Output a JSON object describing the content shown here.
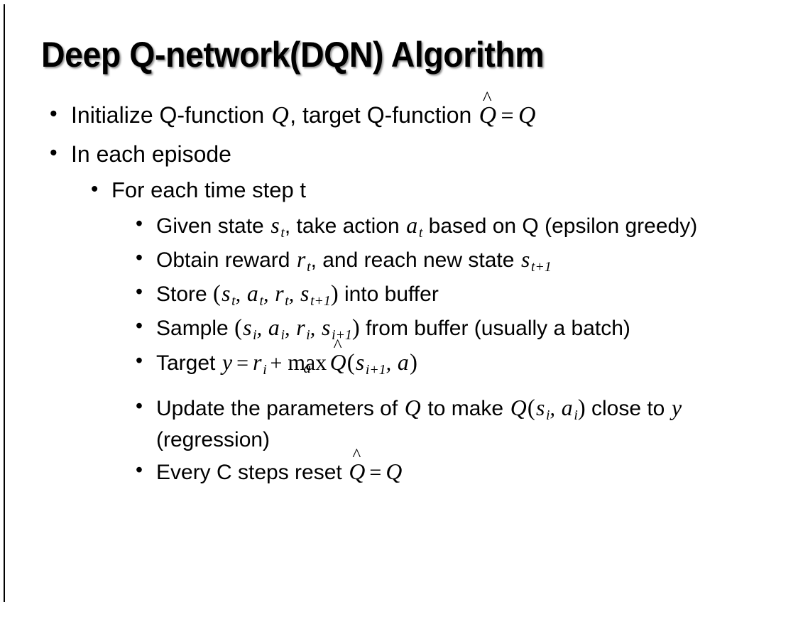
{
  "slide": {
    "title": "Deep Q-network(DQN) Algorithm",
    "background_color": "#ffffff",
    "text_color": "#000000",
    "rule_color": "#000000",
    "bullet_glyph": "•"
  },
  "content": {
    "b1": {
      "level": 1,
      "parts": {
        "t1": "Initialize Q-function ",
        "m1": "Q",
        "t2": ", target Q-function ",
        "m2": "Q",
        "hat": "^",
        "eq": "=",
        "m3": "Q"
      },
      "plain": "Initialize Q-function Q, target Q-function Q̂ = Q"
    },
    "b2": {
      "level": 1,
      "plain": "In each episode"
    },
    "b3": {
      "level": 2,
      "plain": "For each time step t"
    },
    "b4": {
      "level": 3,
      "parts": {
        "t1": "Given state ",
        "s": "s",
        "s_sub": "t",
        "t2": ", take action ",
        "a": "a",
        "a_sub": "t",
        "t3": " based on Q (epsilon greedy)"
      },
      "plain": "Given state s_t, take action a_t based on Q (epsilon greedy)"
    },
    "b5": {
      "level": 3,
      "parts": {
        "t1": "Obtain reward ",
        "r": "r",
        "r_sub": "t",
        "t2": ", and reach new state ",
        "s": "s",
        "s_sub": "t+1"
      },
      "plain": "Obtain reward r_t, and reach new state s_t+1"
    },
    "b6": {
      "level": 3,
      "parts": {
        "t1": "Store ",
        "open": "(",
        "s1": "s",
        "s1_sub": "t",
        "c1": ", ",
        "a1": "a",
        "a1_sub": "t",
        "c2": ", ",
        "r1": "r",
        "r1_sub": "t",
        "c3": ", ",
        "s2": "s",
        "s2_sub": "t+1",
        "close": ")",
        "t2": " into buffer"
      },
      "plain": "Store (s_t, a_t, r_t, s_t+1) into buffer"
    },
    "b7": {
      "level": 3,
      "parts": {
        "t1": "Sample ",
        "open": "(",
        "s1": "s",
        "s1_sub": "i",
        "c1": ", ",
        "a1": "a",
        "a1_sub": "i",
        "c2": ", ",
        "r1": "r",
        "r1_sub": "i",
        "c3": ", ",
        "s2": "s",
        "s2_sub": "i+1",
        "close": ")",
        "t2": " from buffer (usually a batch)"
      },
      "plain": "Sample (s_i, a_i, r_i, s_i+1) from buffer (usually a batch)"
    },
    "b8": {
      "level": 3,
      "parts": {
        "t1": "Target ",
        "y": "y",
        "eq": "=",
        "r": "r",
        "r_sub": "i",
        "plus": "+",
        "max": "max",
        "max_limit": "a",
        "q": "Q",
        "hat": "^",
        "open": "(",
        "s": "s",
        "s_sub": "i+1",
        "comma": ", ",
        "a": "a",
        "close": ")"
      },
      "plain": "Target y = r_i + max_a Q̂(s_i+1, a)"
    },
    "b9": {
      "level": 3,
      "parts": {
        "t1": "Update the parameters of ",
        "q1": "Q",
        "t2": " to make ",
        "q2": "Q",
        "open": "(",
        "s": "s",
        "s_sub": "i",
        "comma": ", ",
        "a": "a",
        "a_sub": "i",
        "close": ")",
        "t3": " close to ",
        "y": "y",
        "t4": " (regression)"
      },
      "plain": "Update the parameters of Q to make Q(s_i, a_i) close to y (regression)"
    },
    "b10": {
      "level": 3,
      "parts": {
        "t1": "Every C steps reset ",
        "q1": "Q",
        "hat": "^",
        "eq": "=",
        "q2": "Q"
      },
      "plain": "Every C steps reset Q̂ = Q"
    }
  }
}
